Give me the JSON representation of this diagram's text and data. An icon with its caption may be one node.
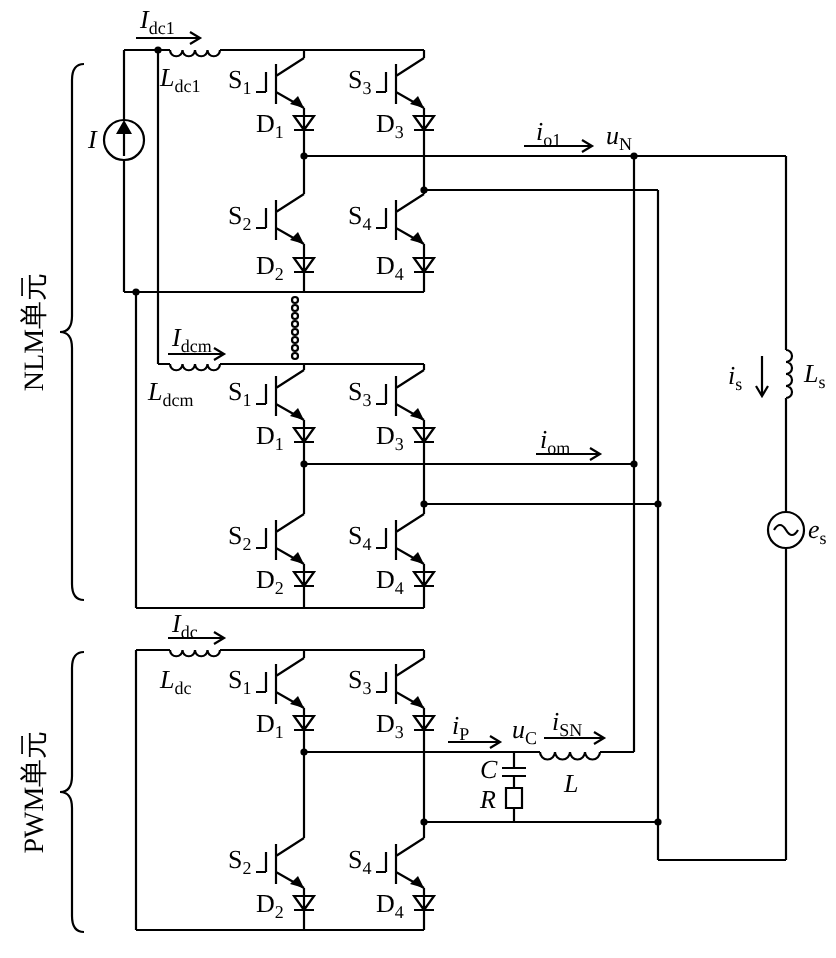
{
  "diagram": {
    "labels": [
      "*I*$_{dc1}$",
      "*L*$_{dc1}$",
      "S$_{1}$",
      "S$_{3}$",
      "D$_{1}$",
      "D$_{3}$",
      "*I*",
      "*i*$_{o1}$",
      "*u*$_{N}$",
      "S$_{2}$",
      "S$_{4}$",
      "D$_{2}$",
      "D$_{4}$",
      "NLM单元",
      "*I*$_{dcm}$",
      "*L*$_{dcm}$",
      "S$_{1}$",
      "S$_{3}$",
      "D$_{1}$",
      "D$_{3}$",
      "*i*$_{om}$",
      "*i*$_{s}$",
      "*L*$_{s}$",
      "S$_{2}$",
      "S$_{4}$",
      "D$_{2}$",
      "D$_{4}$",
      "*e*$_{s}$",
      "*I*$_{dc}$",
      "*L*$_{dc}$",
      "S$_{1}$",
      "S$_{3}$",
      "D$_{1}$",
      "D$_{3}$",
      "*i*$_{P}$",
      "*u*$_{C}$",
      "*i*$_{SN}$",
      "*C*",
      "*R*",
      "*L*",
      "S$_{2}$",
      "S$_{4}$",
      "D$_{2}$",
      "D$_{4}$",
      "PWM单元"
    ]
  }
}
